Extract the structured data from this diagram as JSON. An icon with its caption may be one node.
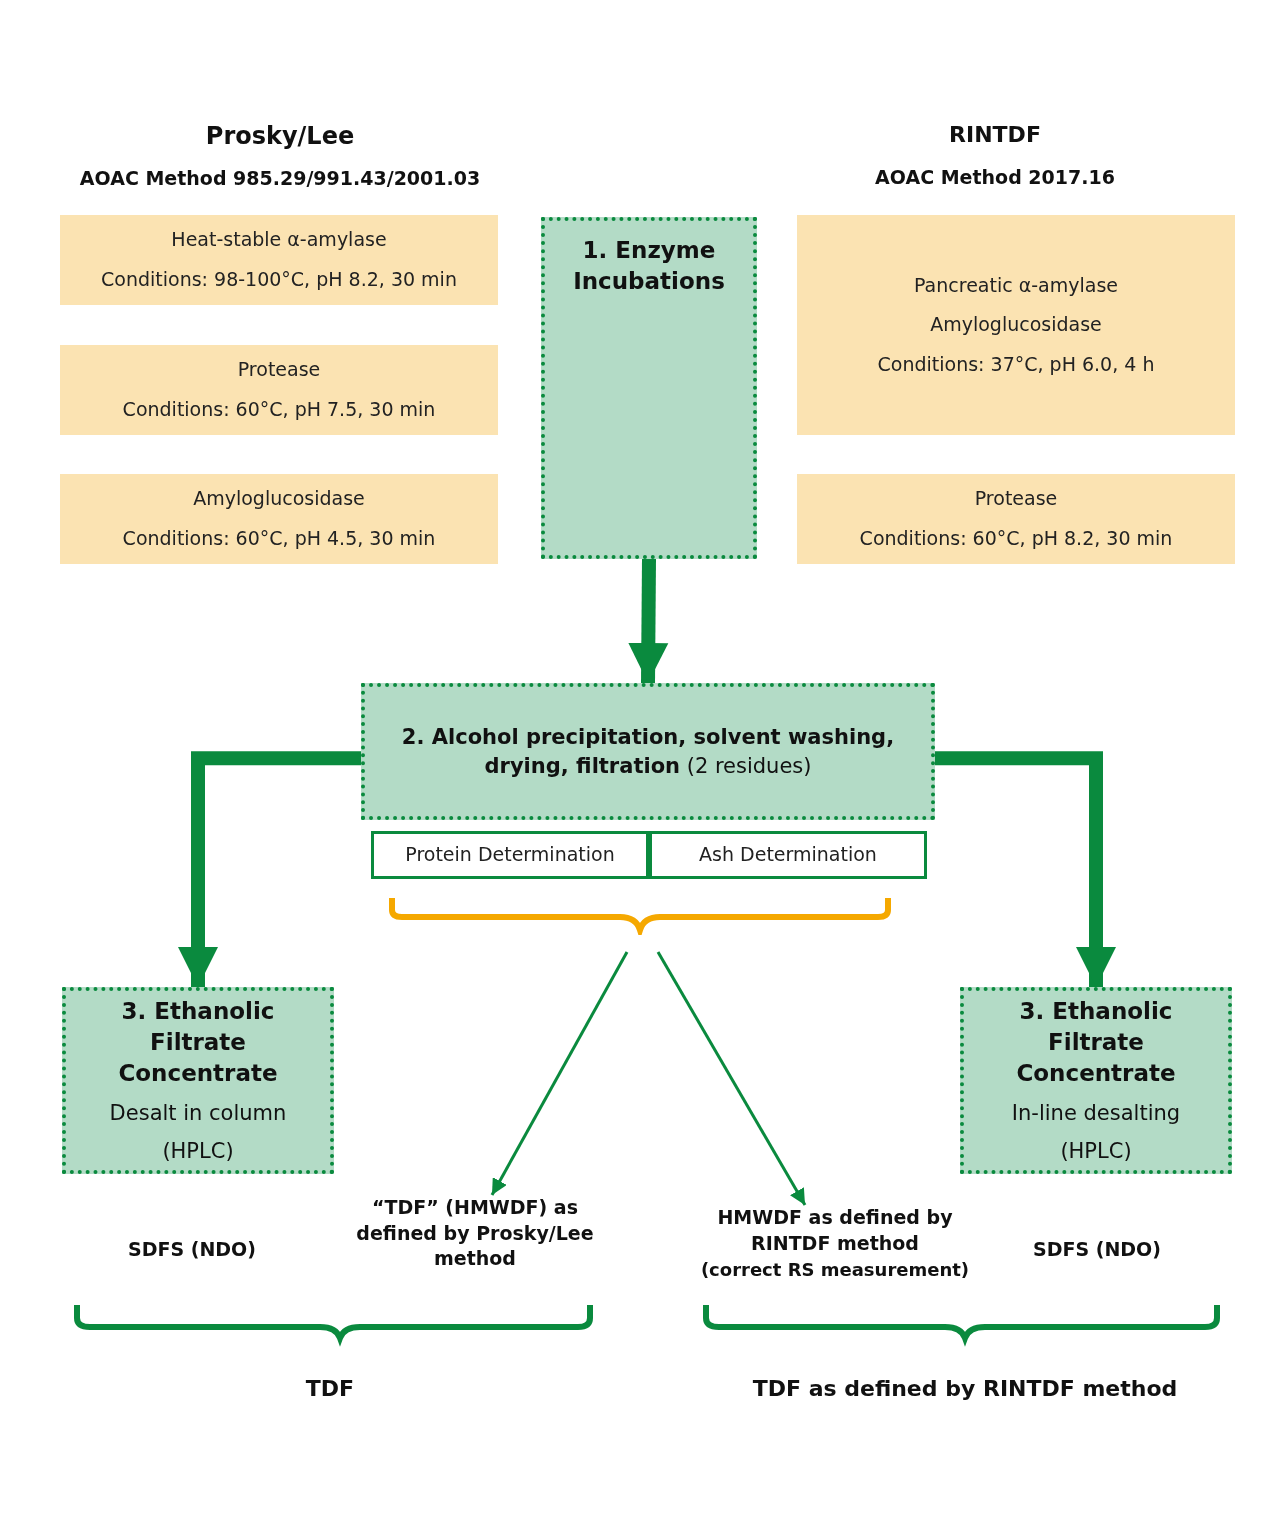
{
  "diagram": {
    "nodes": [
      {
        "text": [
          "Heat-stable α-amylase",
          "Conditions: 98-100°C, pH 8.2, 30 min"
        ]
      },
      {
        "text": [
          "Protease",
          "Conditions: 60°C, pH 7.5, 30 min"
        ]
      },
      {
        "text": [
          "Amyloglucosidase",
          "Conditions: 60°C, pH 4.5, 30 min"
        ]
      },
      {
        "text": [
          "1. Enzyme Incubations"
        ]
      },
      {
        "text": [
          "Pancreatic α-amylase",
          "Amyloglucosidase",
          "Conditions: 37°C, pH 6.0, 4 h"
        ]
      },
      {
        "text": [
          "Protease",
          "Conditions: 60°C, pH 8.2, 30 min"
        ]
      },
      {
        "text": [
          "**2. Alcohol precipitation, solvent washing, drying, filtration** (2 residues)"
        ]
      },
      {
        "text": [
          "Protein Determination"
        ]
      },
      {
        "text": [
          "Ash Determination"
        ]
      },
      {
        "text": [
          "3. Ethanolic Filtrate Concentrate",
          "Desalt in column",
          "(HPLC)"
        ]
      },
      {
        "text": [
          "3. Ethanolic Filtrate Concentrate",
          "In-line desalting",
          "(HPLC)"
        ]
      },
      {
        "text": [
          "“TDF” (HMWDF) as defined by Prosky/Lee method"
        ]
      },
      {
        "text": [
          "HMWDF as defined by RINTDF method",
          "(correct RS measurement)"
        ]
      },
      {
        "text": [],
        "shape": "bracket"
      }
    ],
    "edges": [
      {
        "from": 3,
        "to": 6,
        "arrow": "to"
      },
      {
        "from": 6,
        "to": 9,
        "arrow": "to"
      },
      {
        "from": 6,
        "to": 10,
        "arrow": "to"
      },
      {
        "from": 13,
        "to": 11,
        "arrow": "to"
      },
      {
        "from": 13,
        "to": 12,
        "arrow": "to"
      }
    ],
    "labels": [
      "Prosky/Lee",
      "AOAC Method 985.29/991.43/2001.03",
      "RINTDF",
      "AOAC Method 2017.16",
      "SDFS (NDO)",
      "SDFS (NDO)",
      "TDF",
      "TDF as defined by RINTDF method"
    ]
  }
}
